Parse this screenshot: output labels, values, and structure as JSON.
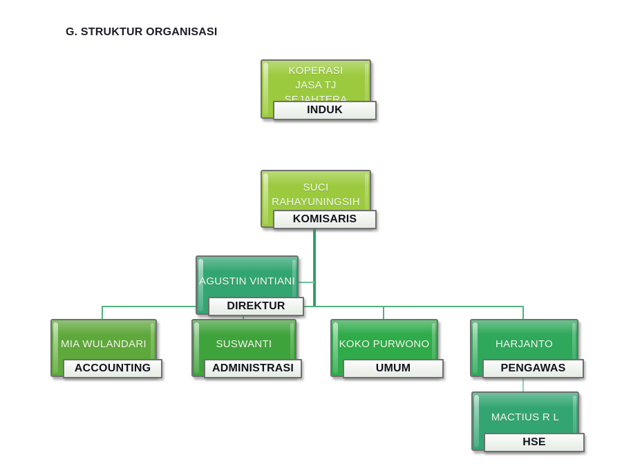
{
  "heading": "G. STRUKTUR ORGANISASI",
  "nodes": [
    {
      "id": "induk",
      "lines": [
        "KOPERASI",
        "JASA TJ",
        "SEJAHTERA"
      ],
      "role": "INDUK"
    },
    {
      "id": "suci",
      "lines": [
        "SUCI",
        "RAHAYUNINGSIH"
      ],
      "role": "KOMISARIS"
    },
    {
      "id": "agustin",
      "lines": [
        "AGUSTIN VINTIANI"
      ],
      "role": "DIREKTUR"
    },
    {
      "id": "mia",
      "lines": [
        "MIA WULANDARI"
      ],
      "role": "ACCOUNTING"
    },
    {
      "id": "suswanti",
      "lines": [
        "SUSWANTI"
      ],
      "role": "ADMINISTRASI"
    },
    {
      "id": "koko",
      "lines": [
        "KOKO PURWONO"
      ],
      "role": "UMUM"
    },
    {
      "id": "harjanto",
      "lines": [
        "HARJANTO"
      ],
      "role": "PENGAWAS"
    },
    {
      "id": "mactius",
      "lines": [
        "MACTIUS R L"
      ],
      "role": "HSE"
    }
  ],
  "palette": {
    "induk": {
      "fill": "#9CCA3E"
    },
    "suci": {
      "fill": "#9CCA3E"
    },
    "agustin": {
      "fill": "#33A573"
    },
    "mia": {
      "fill": "#5FA83B"
    },
    "suswanti": {
      "fill": "#3FA33B"
    },
    "koko": {
      "fill": "#2FAB4A"
    },
    "harjanto": {
      "fill": "#2FA85B"
    },
    "mactius": {
      "fill": "#33A573"
    },
    "connector": "#53B07C",
    "connector_strong": "#2FA165",
    "connector_link": "#6FBF93",
    "connector_light": "#8FD2B1",
    "label_text": "#12121C",
    "node_text": "#F3F8EC",
    "border": "#6F6F6F"
  }
}
